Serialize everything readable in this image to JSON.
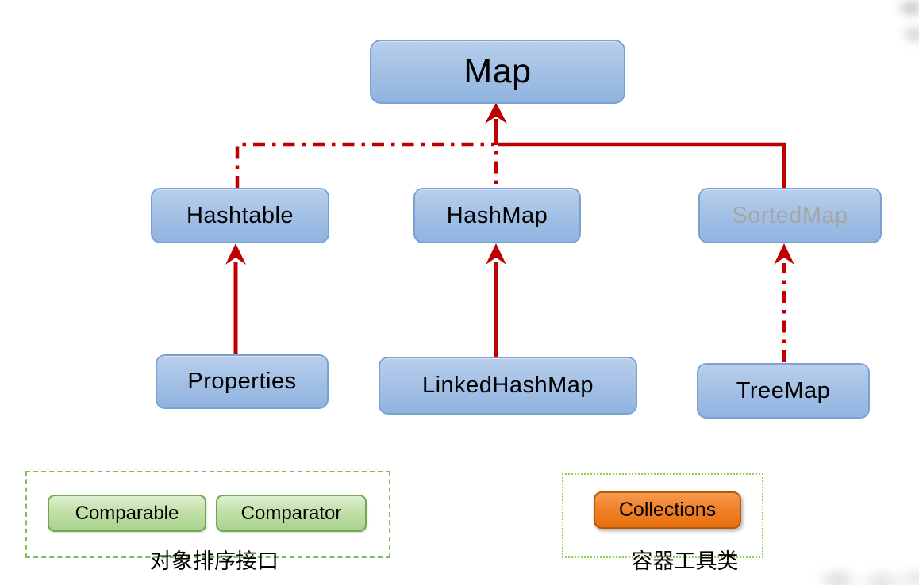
{
  "diagram": {
    "title_implicit": "Map hierarchy",
    "nodes": {
      "map": {
        "label": "Map"
      },
      "hashtable": {
        "label": "Hashtable"
      },
      "hashmap": {
        "label": "HashMap"
      },
      "sortedmap": {
        "label": "SortedMap",
        "text_color": "#a6a6a6"
      },
      "properties": {
        "label": "Properties"
      },
      "linkedhashmap": {
        "label": "LinkedHashMap"
      },
      "treemap": {
        "label": "TreeMap"
      }
    },
    "edges": [
      {
        "from": "Hashtable",
        "to": "Map",
        "style": "dash-dot",
        "color": "#c00000"
      },
      {
        "from": "HashMap",
        "to": "Map",
        "style": "dash-dot",
        "color": "#c00000"
      },
      {
        "from": "SortedMap",
        "to": "Map",
        "style": "solid",
        "color": "#c00000"
      },
      {
        "from": "Properties",
        "to": "Hashtable",
        "style": "solid",
        "color": "#c00000"
      },
      {
        "from": "LinkedHashMap",
        "to": "HashMap",
        "style": "solid",
        "color": "#c00000"
      },
      {
        "from": "TreeMap",
        "to": "SortedMap",
        "style": "dash-dot",
        "color": "#c00000"
      }
    ],
    "groups": {
      "sorting": {
        "caption": "对象排序接口",
        "border_style": "dashed",
        "border_color": "#7ebe5c",
        "items": [
          {
            "label": "Comparable"
          },
          {
            "label": "Comparator"
          }
        ]
      },
      "utility": {
        "caption": "容器工具类",
        "border_style": "dotted",
        "border_color": "#92d050",
        "items": [
          {
            "label": "Collections"
          }
        ]
      }
    },
    "colors": {
      "arrow_red": "#c00000",
      "node_fill_top": "#b9cfec",
      "node_fill_bottom": "#90b4e0",
      "node_border": "#7ba1d3",
      "green_fill": "#a9d18e",
      "green_border": "#6fa84f",
      "orange_fill": "#e8700e",
      "orange_border": "#b55a0c",
      "sortedmap_text": "#a6a6a6"
    }
  }
}
